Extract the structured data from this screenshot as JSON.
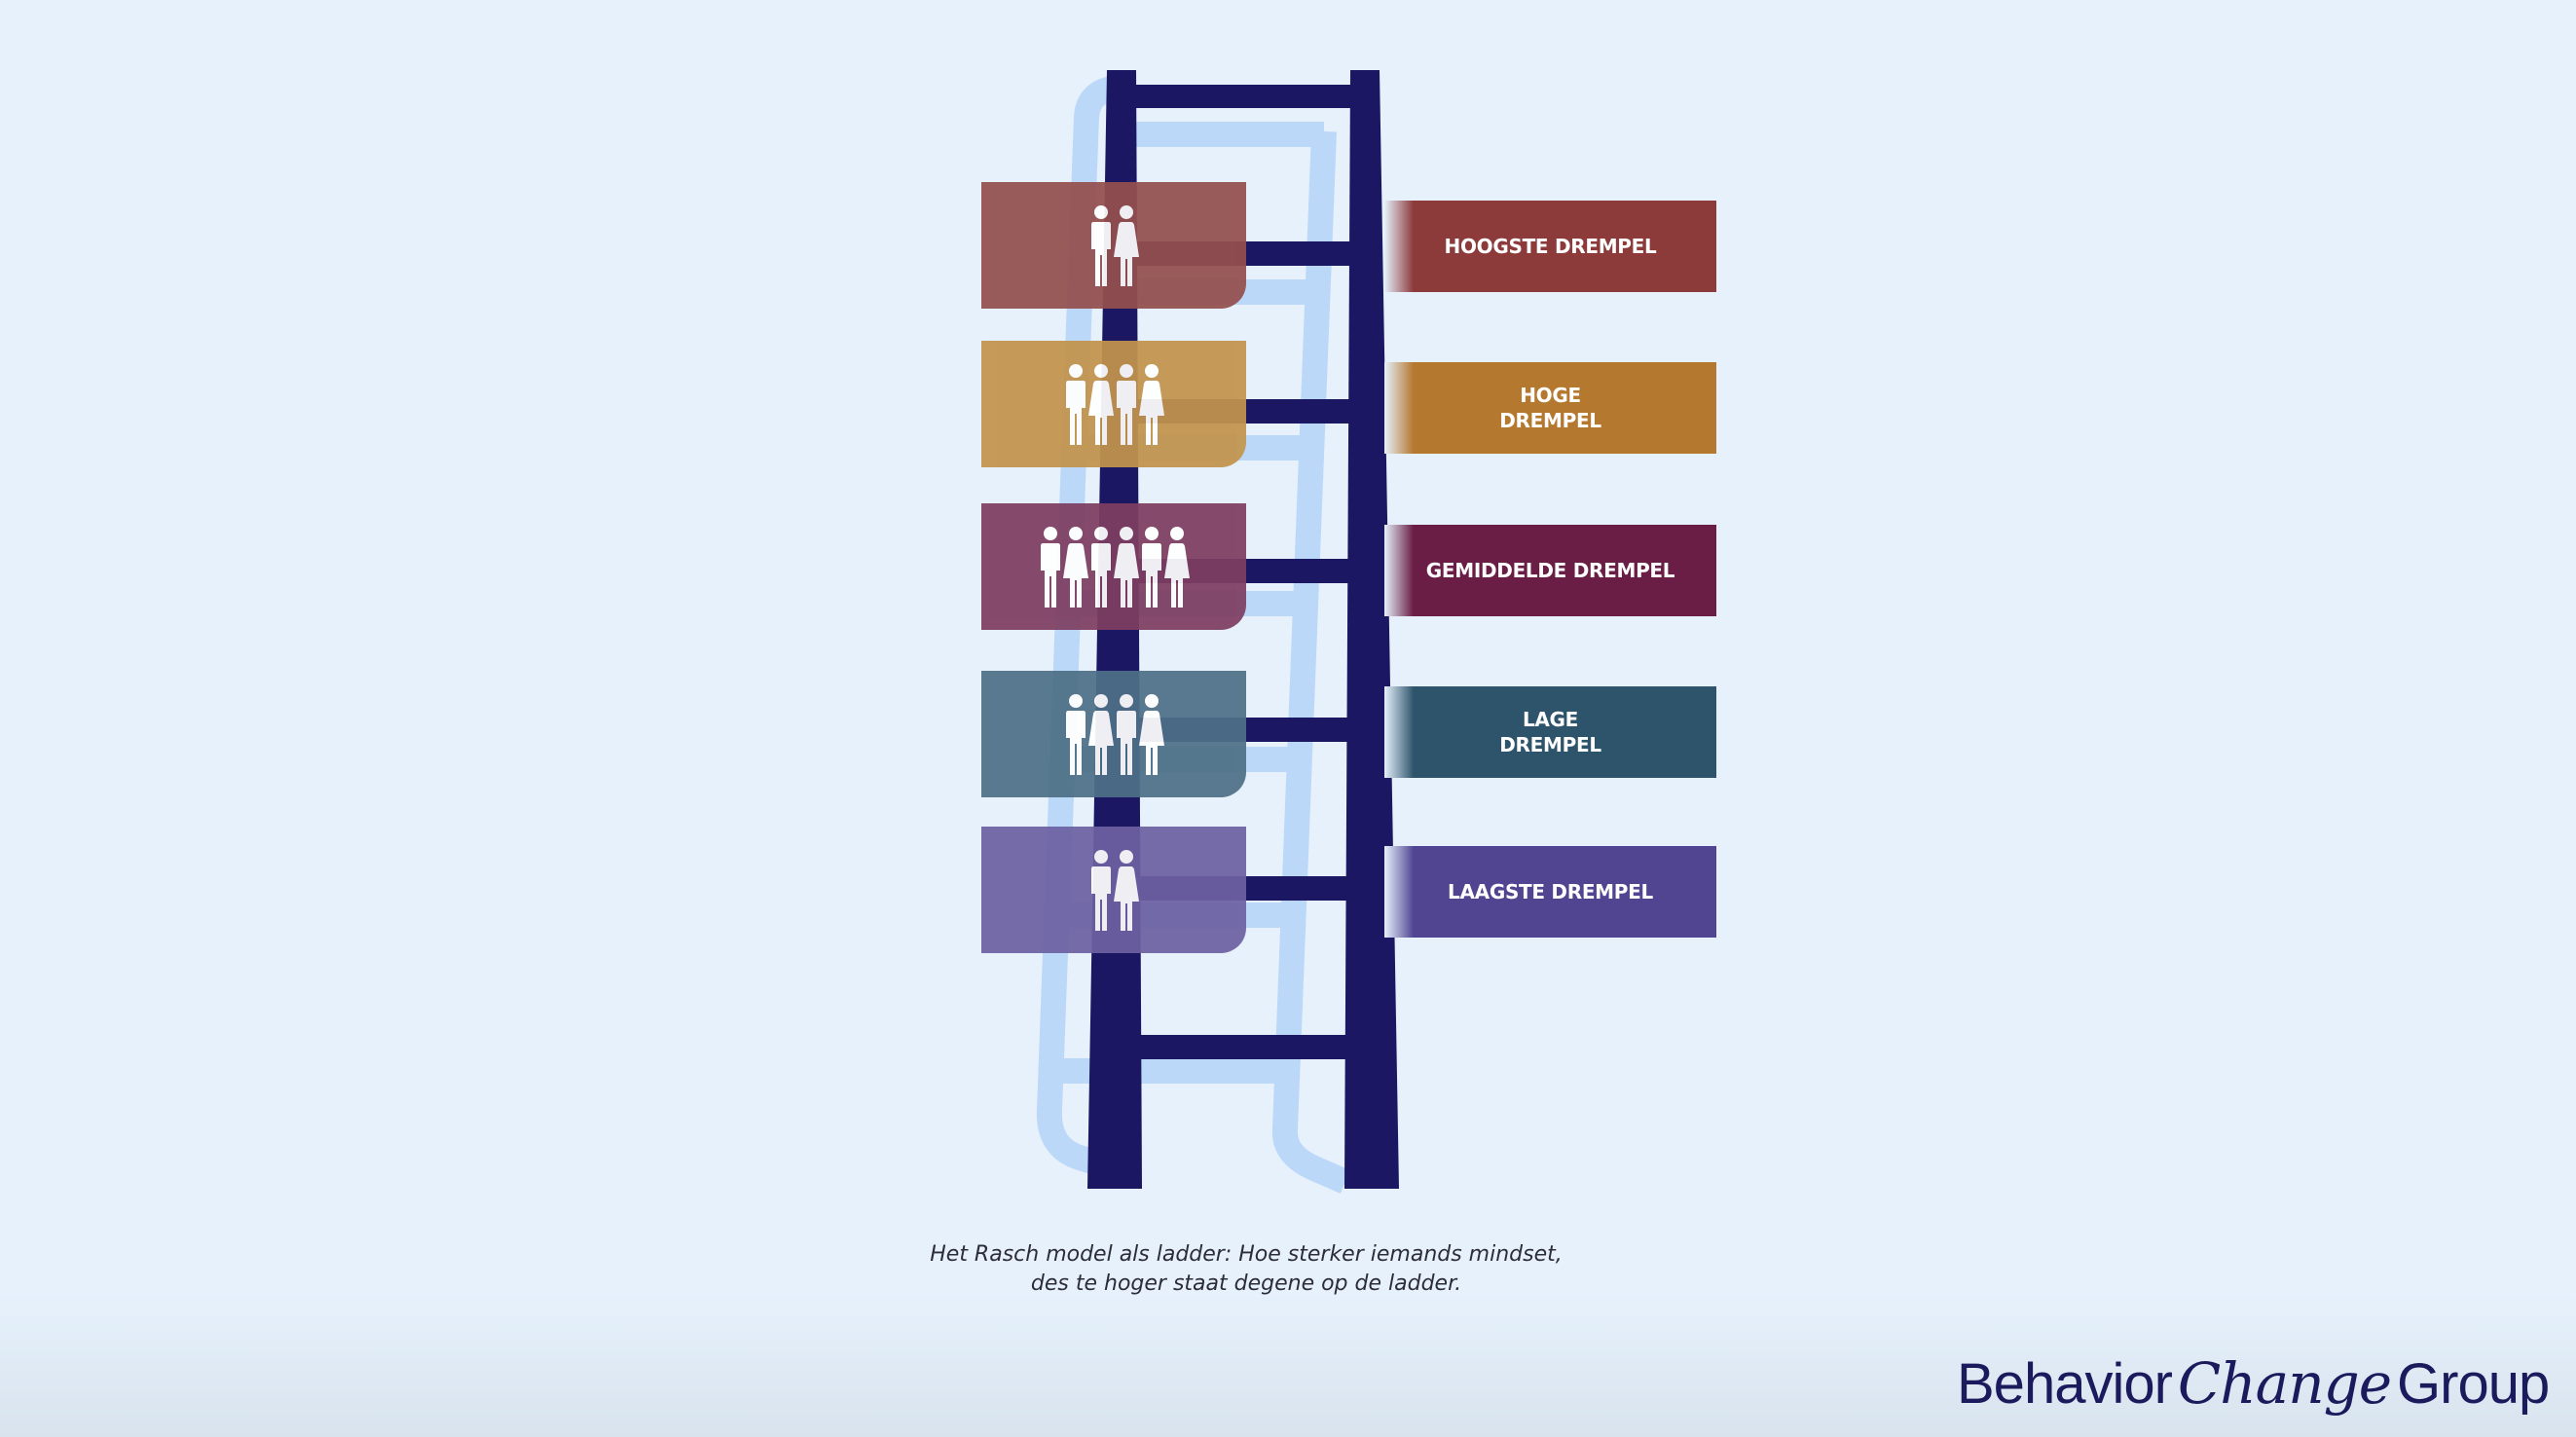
{
  "colors": {
    "background": "#e6f1fc",
    "ladder": "#1b1762",
    "ladder_shadow": "#bcd8f8"
  },
  "levels": [
    {
      "label": "HOOGSTE DREMPEL",
      "people": 2,
      "color": "#8c3a3a",
      "box_color": "#944f4e"
    },
    {
      "label": "HOGE\nDREMPEL",
      "people": 4,
      "color": "#b5782f",
      "box_color": "#c3944c"
    },
    {
      "label": "GEMIDDELDE DREMPEL",
      "people": 6,
      "color": "#6a1d45",
      "box_color": "#7e3e61"
    },
    {
      "label": "LAGE\nDREMPEL",
      "people": 4,
      "color": "#2e546b",
      "box_color": "#4e7087"
    },
    {
      "label": "LAAGSTE DREMPEL",
      "people": 2,
      "color": "#514592",
      "box_color": "#6d61a2"
    }
  ],
  "caption": {
    "line1": "Het Rasch model als ladder: Hoe sterker iemands mindset,",
    "line2": "des te hoger staat degene op de ladder."
  },
  "logo": {
    "word1": "Behavior",
    "word2": "Change",
    "word3": "Group"
  }
}
